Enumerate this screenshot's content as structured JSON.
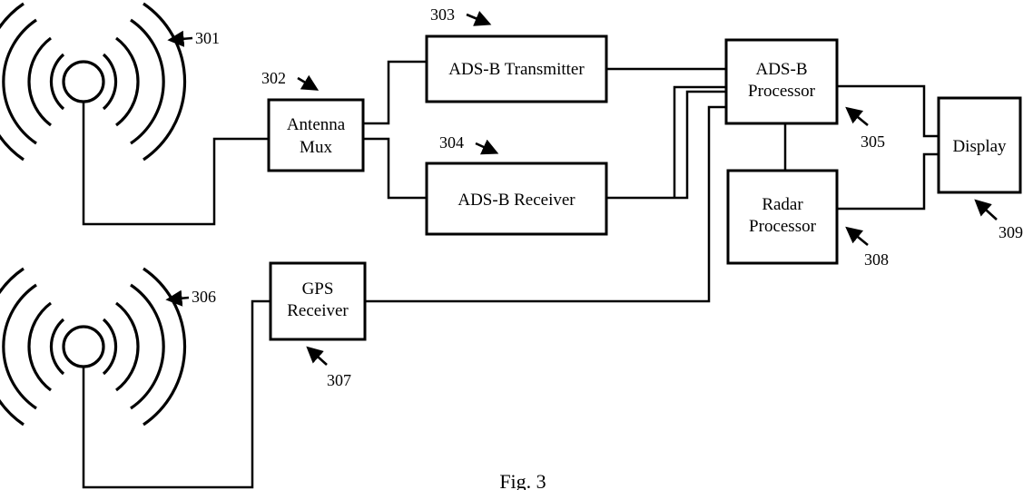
{
  "figure": {
    "caption": "Fig. 3"
  },
  "blocks": {
    "antenna_mux": {
      "line1": "Antenna",
      "line2": "Mux",
      "ref": "302"
    },
    "transmitter": {
      "label": "ADS-B Transmitter",
      "ref": "303"
    },
    "receiver": {
      "label": "ADS-B Receiver",
      "ref": "304"
    },
    "adsb_processor": {
      "line1": "ADS-B",
      "line2": "Processor",
      "ref": "305"
    },
    "radar_processor": {
      "line1": "Radar",
      "line2": "Processor",
      "ref": "308"
    },
    "display": {
      "label": "Display",
      "ref": "309"
    },
    "gps_receiver": {
      "line1": "GPS",
      "line2": "Receiver",
      "ref": "307"
    }
  },
  "antennas": {
    "adsb_antenna": {
      "ref": "301"
    },
    "gps_antenna": {
      "ref": "306"
    }
  }
}
